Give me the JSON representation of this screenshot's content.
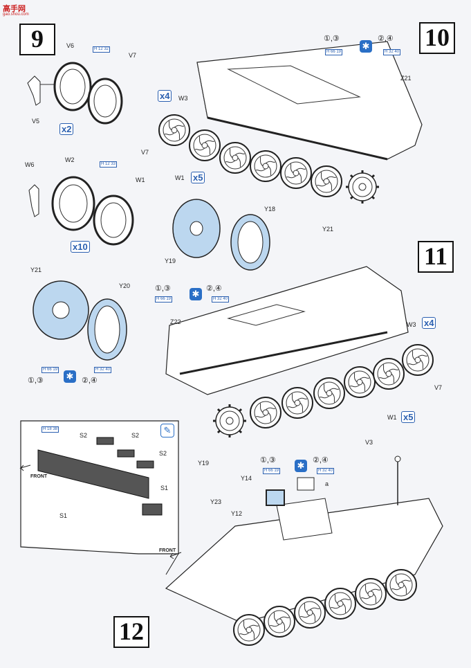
{
  "watermark": {
    "main": "高手网",
    "sub": "gao.shou.com"
  },
  "steps": {
    "s9": "9",
    "s10": "10",
    "s11": "11",
    "s12": "12"
  },
  "multipliers": {
    "x2": "x2",
    "x10": "x10",
    "x4_a": "x4",
    "x5_a": "x5",
    "x4_b": "x4",
    "x5_b": "x5"
  },
  "parts": {
    "v6": "V6",
    "v7a": "V7",
    "v5": "V5",
    "w6": "W6",
    "w2": "W2",
    "w1a": "W1",
    "w3a": "W3",
    "v7b": "V7",
    "w1b": "W1",
    "z21": "Z21",
    "y21a": "Y21",
    "y18": "Y18",
    "y19a": "Y19",
    "y21b": "Y21",
    "y20": "Y20",
    "z22": "Z22",
    "w3b": "W3",
    "v7c": "V7",
    "w1c": "W1",
    "y19b": "Y19",
    "s2a": "S2",
    "s2b": "S2",
    "s2c": "S2",
    "s1a": "S1",
    "s1b": "S1",
    "v3": "V3",
    "y14": "Y14",
    "a": "a",
    "y23": "Y23",
    "y12": "Y12"
  },
  "front_labels": {
    "f1": "FRONT",
    "f2": "FRONT"
  },
  "paint": {
    "p10_left": "①,③",
    "p10_right": "②,④",
    "p11_left": "①,③",
    "p11_right": "②,④",
    "p11b_left": "①,③",
    "p11b_right": "②,④",
    "p12_left": "①,③",
    "p12_right": "②,④"
  },
  "color_chips": {
    "c9a": "H 12 32",
    "c9b": "H 12 33",
    "c10a": "H 66 19",
    "c10b": "H 32 40",
    "c11a": "H 66 19",
    "c11b": "H 32 40",
    "c11c": "H 66 19",
    "c11d": "H 32 40",
    "c12a": "H 18 38",
    "c12b": "H 66 19",
    "c12c": "H 32 40"
  }
}
